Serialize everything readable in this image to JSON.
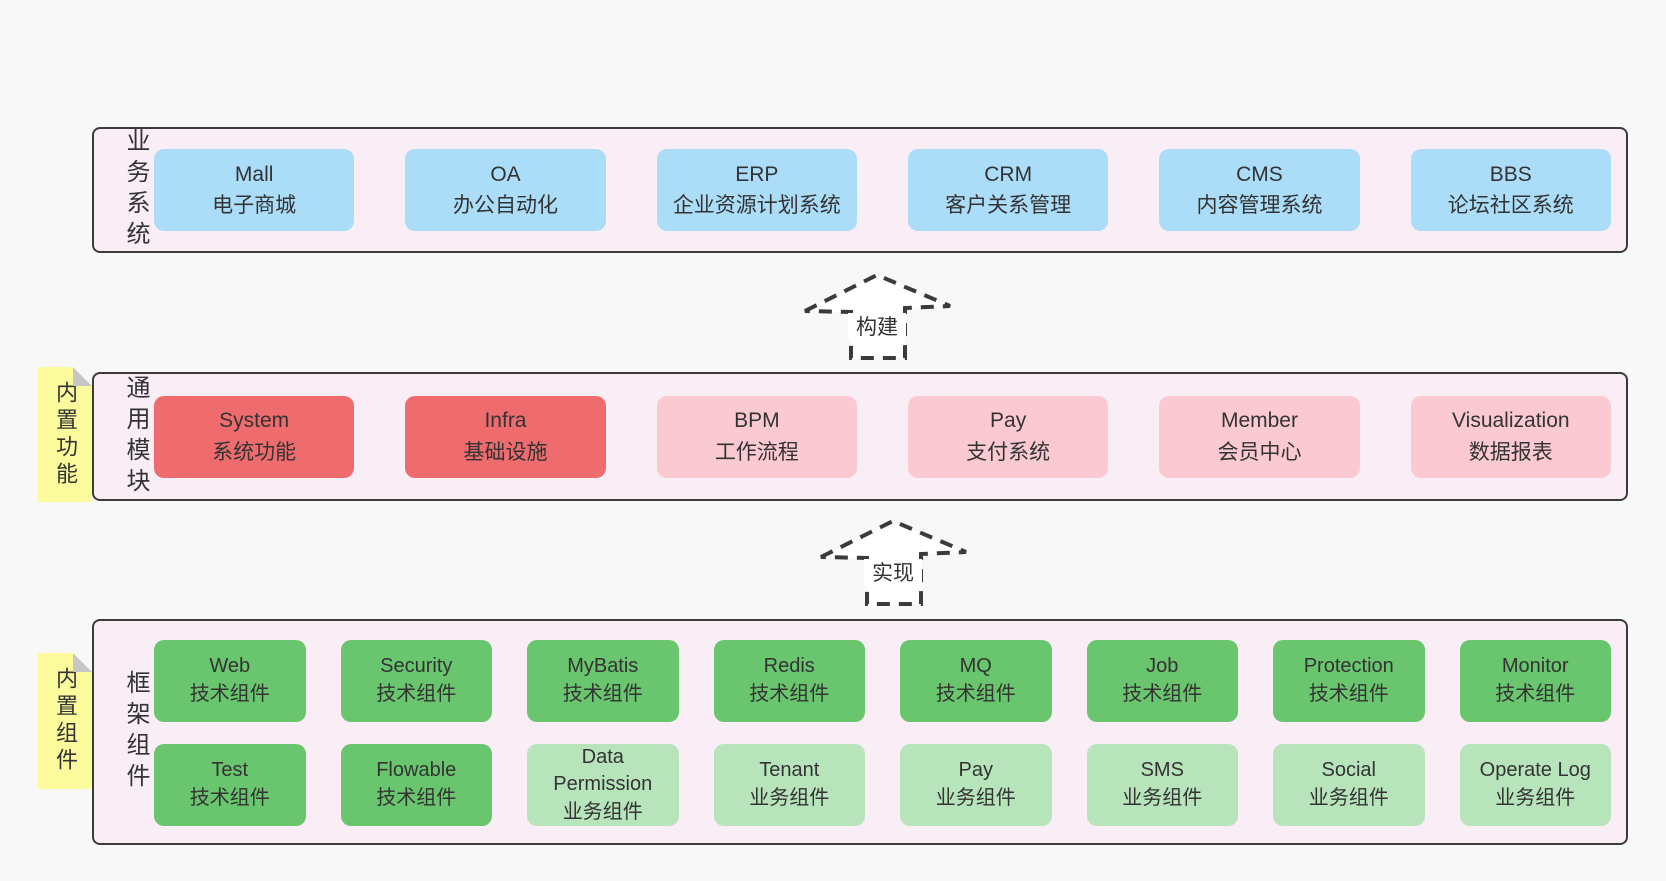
{
  "colors": {
    "page-bg": "#f8f8f8",
    "band-bg": "#f9edf6",
    "band-border": "#3b3b3b",
    "box-blue": "#abddf9",
    "box-red": "#ee6b6e",
    "box-pink": "#fbc9d2",
    "box-green": "#69c56e",
    "box-green-light": "#b8e4bb",
    "sticky-yellow": "#fbfa9c",
    "sticky-fold": "#c6c6c6",
    "text": "#333333"
  },
  "arrows": {
    "build": "构建",
    "implement": "实现"
  },
  "bands": {
    "business": {
      "label": "业务系统",
      "boxes": [
        {
          "name": "Mall",
          "desc": "电子商城",
          "tone": "blue"
        },
        {
          "name": "OA",
          "desc": "办公自动化",
          "tone": "blue"
        },
        {
          "name": "ERP",
          "desc": "企业资源计划系统",
          "tone": "blue"
        },
        {
          "name": "CRM",
          "desc": "客户关系管理",
          "tone": "blue"
        },
        {
          "name": "CMS",
          "desc": "内容管理系统",
          "tone": "blue"
        },
        {
          "name": "BBS",
          "desc": "论坛社区系统",
          "tone": "blue"
        }
      ]
    },
    "modules": {
      "label": "通用模块",
      "sticky": "内置功能",
      "boxes": [
        {
          "name": "System",
          "desc": "系统功能",
          "tone": "red"
        },
        {
          "name": "Infra",
          "desc": "基础设施",
          "tone": "red"
        },
        {
          "name": "BPM",
          "desc": "工作流程",
          "tone": "pink"
        },
        {
          "name": "Pay",
          "desc": "支付系统",
          "tone": "pink"
        },
        {
          "name": "Member",
          "desc": "会员中心",
          "tone": "pink"
        },
        {
          "name": "Visualization",
          "desc": "数据报表",
          "tone": "pink"
        }
      ]
    },
    "components": {
      "label": "框架组件",
      "sticky": "内置组件",
      "row1": [
        {
          "name": "Web",
          "desc": "技术组件",
          "tone": "green"
        },
        {
          "name": "Security",
          "desc": "技术组件",
          "tone": "green"
        },
        {
          "name": "MyBatis",
          "desc": "技术组件",
          "tone": "green"
        },
        {
          "name": "Redis",
          "desc": "技术组件",
          "tone": "green"
        },
        {
          "name": "MQ",
          "desc": "技术组件",
          "tone": "green"
        },
        {
          "name": "Job",
          "desc": "技术组件",
          "tone": "green"
        },
        {
          "name": "Protection",
          "desc": "技术组件",
          "tone": "green"
        },
        {
          "name": "Monitor",
          "desc": "技术组件",
          "tone": "green"
        }
      ],
      "row2": [
        {
          "name": "Test",
          "desc": "技术组件",
          "tone": "green"
        },
        {
          "name": "Flowable",
          "desc": "技术组件",
          "tone": "green"
        },
        {
          "name": "Data Permission",
          "desc": "业务组件",
          "tone": "green-light"
        },
        {
          "name": "Tenant",
          "desc": "业务组件",
          "tone": "green-light"
        },
        {
          "name": "Pay",
          "desc": "业务组件",
          "tone": "green-light"
        },
        {
          "name": "SMS",
          "desc": "业务组件",
          "tone": "green-light"
        },
        {
          "name": "Social",
          "desc": "业务组件",
          "tone": "green-light"
        },
        {
          "name": "Operate Log",
          "desc": "业务组件",
          "tone": "green-light"
        }
      ]
    }
  }
}
